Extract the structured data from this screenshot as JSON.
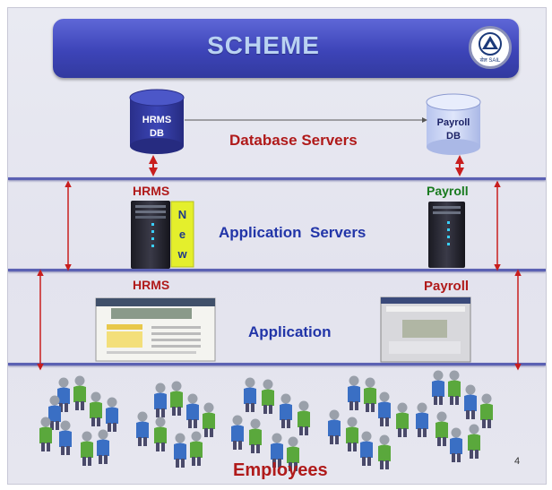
{
  "slide": {
    "title": "SCHEME",
    "logo_text": "सेल SAIL",
    "page_number": "4"
  },
  "database_layer": {
    "hrms_db_label": [
      "HRMS",
      "DB"
    ],
    "payroll_db_label": [
      "Payroll",
      "DB"
    ],
    "layer_label": "Database Servers"
  },
  "app_server_layer": {
    "hrms_label": "HRMS",
    "payroll_label": "Payroll",
    "layer_label": "Application  Servers",
    "new_badge": [
      "N",
      "e",
      "w"
    ]
  },
  "application_layer": {
    "hrms_label": "HRMS",
    "payroll_label": "Payroll",
    "layer_label": "Application"
  },
  "employees": {
    "label": "Employees"
  },
  "colors": {
    "title_bar": "#3d44b8",
    "layer_line": "#5b61b3",
    "arrow": "#c81e1e",
    "red_text": "#b01a1a",
    "blue_text": "#2235a8",
    "green_text": "#187a1e"
  }
}
